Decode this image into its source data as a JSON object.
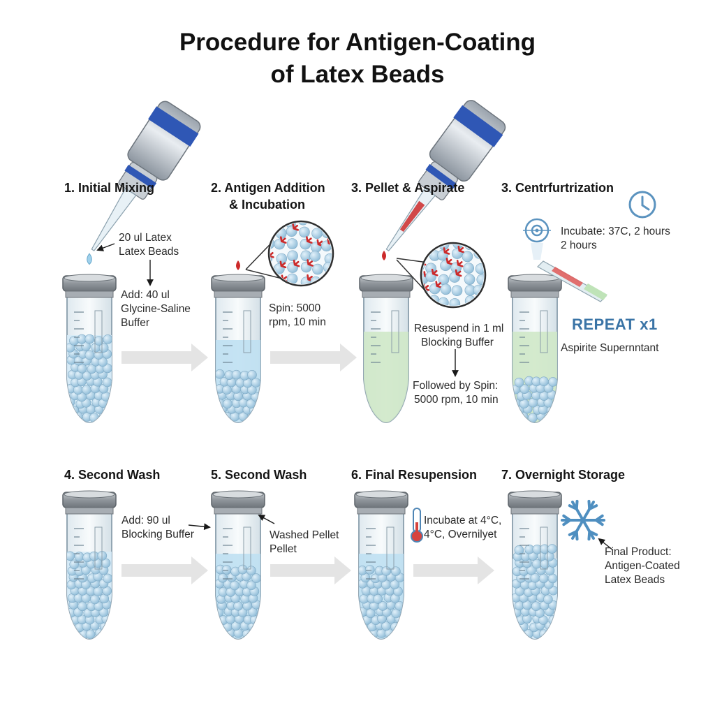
{
  "title": {
    "line1": "Procedure for Antigen-Coating",
    "line2": "of Latex Beads"
  },
  "steps": [
    {
      "label": "1. Initial Mixing"
    },
    {
      "label1": "2. Antigen Addition",
      "label2": "& Incubation"
    },
    {
      "label": "3. Pellet & Aspirate"
    },
    {
      "label": "3. Centrfurtrization"
    },
    {
      "label": "4. Second Wash"
    },
    {
      "label": "5. Second Wash"
    },
    {
      "label": "6. Final Resupension"
    },
    {
      "label": "7. Overnight Storage"
    }
  ],
  "notes": {
    "latex_1": "20 ul Latex",
    "latex_2": "Latex Beads",
    "glycine_1": "Add: 40 ul",
    "glycine_2": "Glycine-Saline",
    "glycine_3": "Buffer",
    "spin_1": "Spin: 5000",
    "spin_2": "rpm, 10 min",
    "resuspend_1": "Resuspend in 1 ml",
    "resuspend_2": "Blocking Buffer",
    "followed_1": "Followed by Spin:",
    "followed_2": "5000 rpm, 10 min",
    "incubate37_1": "Incubate: 37C, 2 hours",
    "incubate37_2": "2 hours",
    "repeat": "REPEAT x1",
    "aspirate": "Aspirite Supernntant",
    "blocking90_1": "Add: 90 ul",
    "blocking90_2": "Blocking Buffer",
    "washed_1": "Washed Pellet",
    "washed_2": "Pellet",
    "incubate4_1": "Incubate at 4°C,",
    "incubate4_2": "4°C, Overnilyet",
    "final_1": "Final Product:",
    "final_2": "Antigen-Coated",
    "final_3": "Latex Beads"
  },
  "colors": {
    "bead_blue": "#a9cfe6",
    "liquid_blue": "#bfe0f2",
    "liquid_green": "#cfe8c8",
    "antigen_red": "#cc2a2a",
    "pipette_blue": "#2f57b5",
    "arrow_gray": "#e4e4e4",
    "accent_blue": "#3a74a6"
  },
  "icons": [
    "pipette-icon",
    "clock-icon",
    "timer-icon",
    "thermometer-icon",
    "snowflake-icon",
    "magnifier-icon",
    "droplet-icon"
  ]
}
